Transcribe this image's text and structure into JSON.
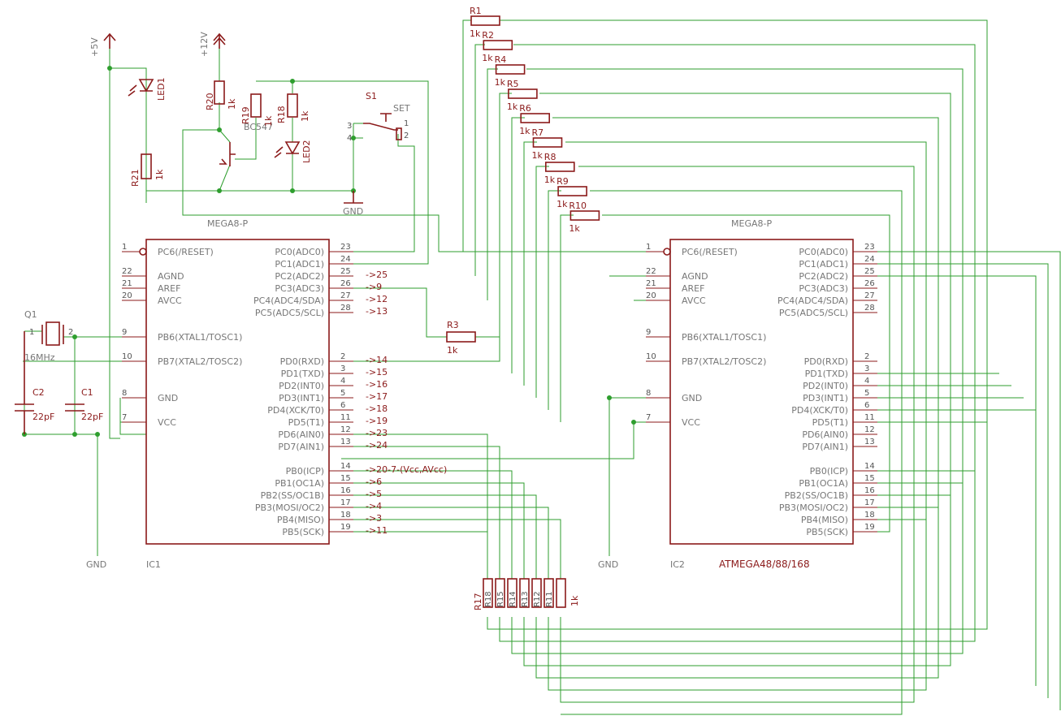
{
  "ic1": {
    "name": "IC1",
    "value": "MEGA8-P",
    "left_pins": [
      {
        "num": "1",
        "label": "PC6(/RESET)"
      },
      {
        "num": "22",
        "label": "AGND"
      },
      {
        "num": "21",
        "label": "AREF"
      },
      {
        "num": "20",
        "label": "AVCC"
      },
      {
        "num": "9",
        "label": "PB6(XTAL1/TOSC1)"
      },
      {
        "num": "10",
        "label": "PB7(XTAL2/TOSC2)"
      },
      {
        "num": "8",
        "label": "GND"
      },
      {
        "num": "7",
        "label": "VCC"
      }
    ],
    "right_pins": [
      {
        "num": "23",
        "label": "PC0(ADC0)",
        "note": ""
      },
      {
        "num": "24",
        "label": "PC1(ADC1)",
        "note": ""
      },
      {
        "num": "25",
        "label": "PC2(ADC2)",
        "note": "->25"
      },
      {
        "num": "26",
        "label": "PC3(ADC3)",
        "note": "->9"
      },
      {
        "num": "27",
        "label": "PC4(ADC4/SDA)",
        "note": "->12"
      },
      {
        "num": "28",
        "label": "PC5(ADC5/SCL)",
        "note": "->13"
      },
      {
        "num": "2",
        "label": "PD0(RXD)",
        "note": "->14"
      },
      {
        "num": "3",
        "label": "PD1(TXD)",
        "note": "->15"
      },
      {
        "num": "4",
        "label": "PD2(INT0)",
        "note": "->16"
      },
      {
        "num": "5",
        "label": "PD3(INT1)",
        "note": "->17"
      },
      {
        "num": "6",
        "label": "PD4(XCK/T0)",
        "note": "->18"
      },
      {
        "num": "11",
        "label": "PD5(T1)",
        "note": "->19"
      },
      {
        "num": "12",
        "label": "PD6(AIN0)",
        "note": "->23"
      },
      {
        "num": "13",
        "label": "PD7(AIN1)",
        "note": "->24"
      },
      {
        "num": "14",
        "label": "PB0(ICP)",
        "note": "->20-7-(Vcc,AVcc)"
      },
      {
        "num": "15",
        "label": "PB1(OC1A)",
        "note": "->6"
      },
      {
        "num": "16",
        "label": "PB2(SS/OC1B)",
        "note": "->5"
      },
      {
        "num": "17",
        "label": "PB3(MOSI/OC2)",
        "note": "->4"
      },
      {
        "num": "18",
        "label": "PB4(MISO)",
        "note": "->3"
      },
      {
        "num": "19",
        "label": "PB5(SCK)",
        "note": "->11"
      }
    ]
  },
  "ic2": {
    "name": "IC2",
    "value": "MEGA8-P",
    "part_label": "ATMEGA48/88/168",
    "left_pins": [
      {
        "num": "1",
        "label": "PC6(/RESET)"
      },
      {
        "num": "22",
        "label": "AGND"
      },
      {
        "num": "21",
        "label": "AREF"
      },
      {
        "num": "20",
        "label": "AVCC"
      },
      {
        "num": "9",
        "label": "PB6(XTAL1/TOSC1)"
      },
      {
        "num": "10",
        "label": "PB7(XTAL2/TOSC2)"
      },
      {
        "num": "8",
        "label": "GND"
      },
      {
        "num": "7",
        "label": "VCC"
      }
    ],
    "right_pins": [
      {
        "num": "23",
        "label": "PC0(ADC0)"
      },
      {
        "num": "24",
        "label": "PC1(ADC1)"
      },
      {
        "num": "25",
        "label": "PC2(ADC2)"
      },
      {
        "num": "26",
        "label": "PC3(ADC3)"
      },
      {
        "num": "27",
        "label": "PC4(ADC4/SDA)"
      },
      {
        "num": "28",
        "label": "PC5(ADC5/SCL)"
      },
      {
        "num": "2",
        "label": "PD0(RXD)"
      },
      {
        "num": "3",
        "label": "PD1(TXD)"
      },
      {
        "num": "4",
        "label": "PD2(INT0)"
      },
      {
        "num": "5",
        "label": "PD3(INT1)"
      },
      {
        "num": "6",
        "label": "PD4(XCK/T0)"
      },
      {
        "num": "11",
        "label": "PD5(T1)"
      },
      {
        "num": "12",
        "label": "PD6(AIN0)"
      },
      {
        "num": "13",
        "label": "PD7(AIN1)"
      },
      {
        "num": "14",
        "label": "PB0(ICP)"
      },
      {
        "num": "15",
        "label": "PB1(OC1A)"
      },
      {
        "num": "16",
        "label": "PB2(SS/OC1B)"
      },
      {
        "num": "17",
        "label": "PB3(MOSI/OC2)"
      },
      {
        "num": "18",
        "label": "PB4(MISO)"
      },
      {
        "num": "19",
        "label": "PB5(SCK)"
      }
    ]
  },
  "resistor_ladder": [
    {
      "name": "R1",
      "value": "1k"
    },
    {
      "name": "R2",
      "value": "1k"
    },
    {
      "name": "R4",
      "value": "1k"
    },
    {
      "name": "R5",
      "value": "1k"
    },
    {
      "name": "R6",
      "value": "1k"
    },
    {
      "name": "R7",
      "value": "1k"
    },
    {
      "name": "R8",
      "value": "1k"
    },
    {
      "name": "R9",
      "value": "1k"
    },
    {
      "name": "R10",
      "value": "1k"
    }
  ],
  "r3": {
    "name": "R3",
    "value": "1k"
  },
  "bottom_resistors": {
    "label": "R17",
    "names": [
      "R18",
      "R15",
      "R14",
      "R13",
      "R12",
      "R11"
    ],
    "value": "1k"
  },
  "power": {
    "supply_5v": "+5V",
    "supply_12v": "+12V",
    "gnd": "GND",
    "r20": "R20",
    "r20_value": "1k",
    "r19": "R19",
    "r19_value": "1k",
    "r18": "R18",
    "r18_value": "1k",
    "r21": "R21",
    "r21_value": "1k",
    "transistor": "BC547",
    "led1": "LED1",
    "led2": "LED2",
    "switch": "S1",
    "switch_label": "SET",
    "switch_pins": [
      "3",
      "4",
      "1",
      "2"
    ]
  },
  "crystal": {
    "name": "Q1",
    "value": "16MHz",
    "pin1": "1",
    "pin2": "2"
  },
  "caps": [
    {
      "name": "C2",
      "value": "22pF"
    },
    {
      "name": "C1",
      "value": "22pF"
    }
  ],
  "colors": {
    "wire": "#2e9e2e",
    "component": "#8b1a1a",
    "text": "#777777"
  }
}
